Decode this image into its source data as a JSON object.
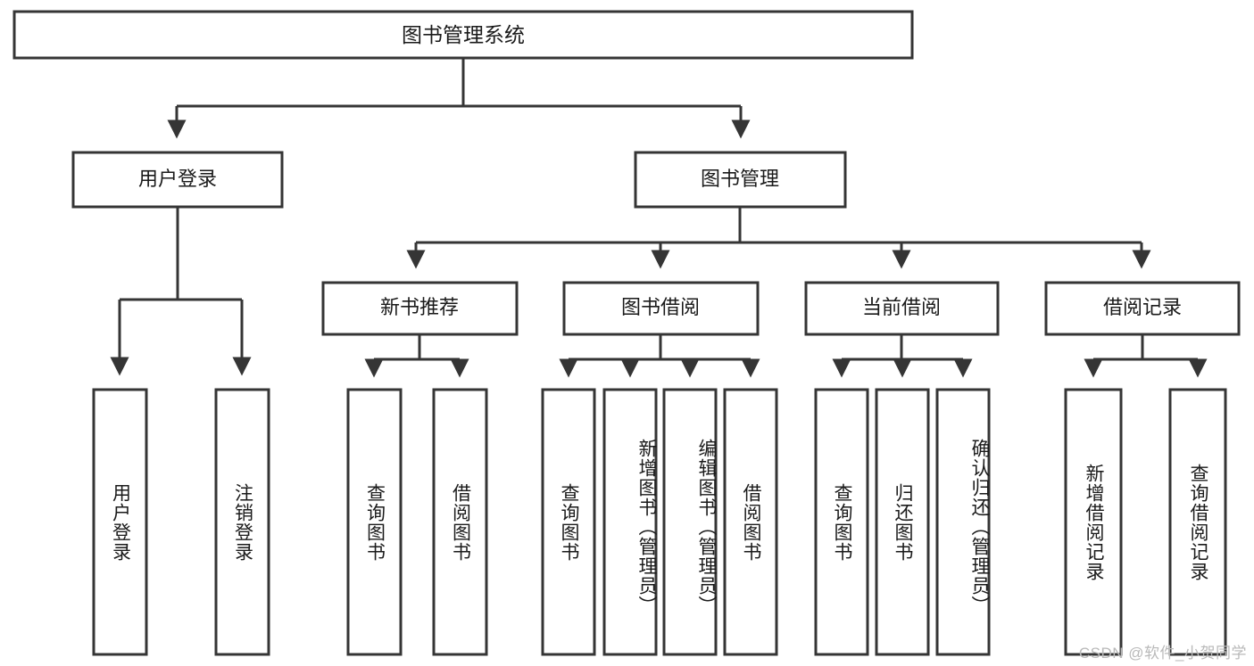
{
  "diagram": {
    "type": "hierarchy-tree",
    "title": "图书管理系统",
    "watermark": "CSDN @软件_小贺同学",
    "colors": {
      "box_stroke": "#353535",
      "box_fill": "#ffffff",
      "text": "#1a1a1a",
      "background": "#ffffff",
      "watermark": "#b9b9b9"
    },
    "root": {
      "label": "图书管理系统",
      "level": 0
    },
    "level1": [
      {
        "id": "user-login",
        "label": "用户登录"
      },
      {
        "id": "book-manage",
        "label": "图书管理"
      }
    ],
    "level2": [
      {
        "id": "new-book-recommend",
        "label": "新书推荐",
        "parent": "book-manage"
      },
      {
        "id": "book-borrow",
        "label": "图书借阅",
        "parent": "book-manage"
      },
      {
        "id": "current-borrow",
        "label": "当前借阅",
        "parent": "book-manage"
      },
      {
        "id": "borrow-record",
        "label": "借阅记录",
        "parent": "book-manage"
      }
    ],
    "leaves": [
      {
        "id": "leaf-user-login",
        "label": "用户登录",
        "parent": "user-login"
      },
      {
        "id": "leaf-logout-login",
        "label": "注销登录",
        "parent": "user-login"
      },
      {
        "id": "leaf-query-book-1",
        "label": "查询图书",
        "parent": "new-book-recommend"
      },
      {
        "id": "leaf-borrow-book-1",
        "label": "借阅图书",
        "parent": "new-book-recommend"
      },
      {
        "id": "leaf-query-book-2",
        "label": "查询图书",
        "parent": "book-borrow"
      },
      {
        "id": "leaf-add-book",
        "label": "新增图书（管理员）",
        "parent": "book-borrow"
      },
      {
        "id": "leaf-edit-book",
        "label": "编辑图书（管理员）",
        "parent": "book-borrow"
      },
      {
        "id": "leaf-borrow-book-2",
        "label": "借阅图书",
        "parent": "book-borrow"
      },
      {
        "id": "leaf-query-book-3",
        "label": "查询图书",
        "parent": "current-borrow"
      },
      {
        "id": "leaf-return-book",
        "label": "归还图书",
        "parent": "current-borrow"
      },
      {
        "id": "leaf-confirm-return",
        "label": "确认归还（管理员）",
        "parent": "current-borrow"
      },
      {
        "id": "leaf-add-record",
        "label": "新增借阅记录",
        "parent": "borrow-record"
      },
      {
        "id": "leaf-query-record",
        "label": "查询借阅记录",
        "parent": "borrow-record"
      }
    ]
  }
}
